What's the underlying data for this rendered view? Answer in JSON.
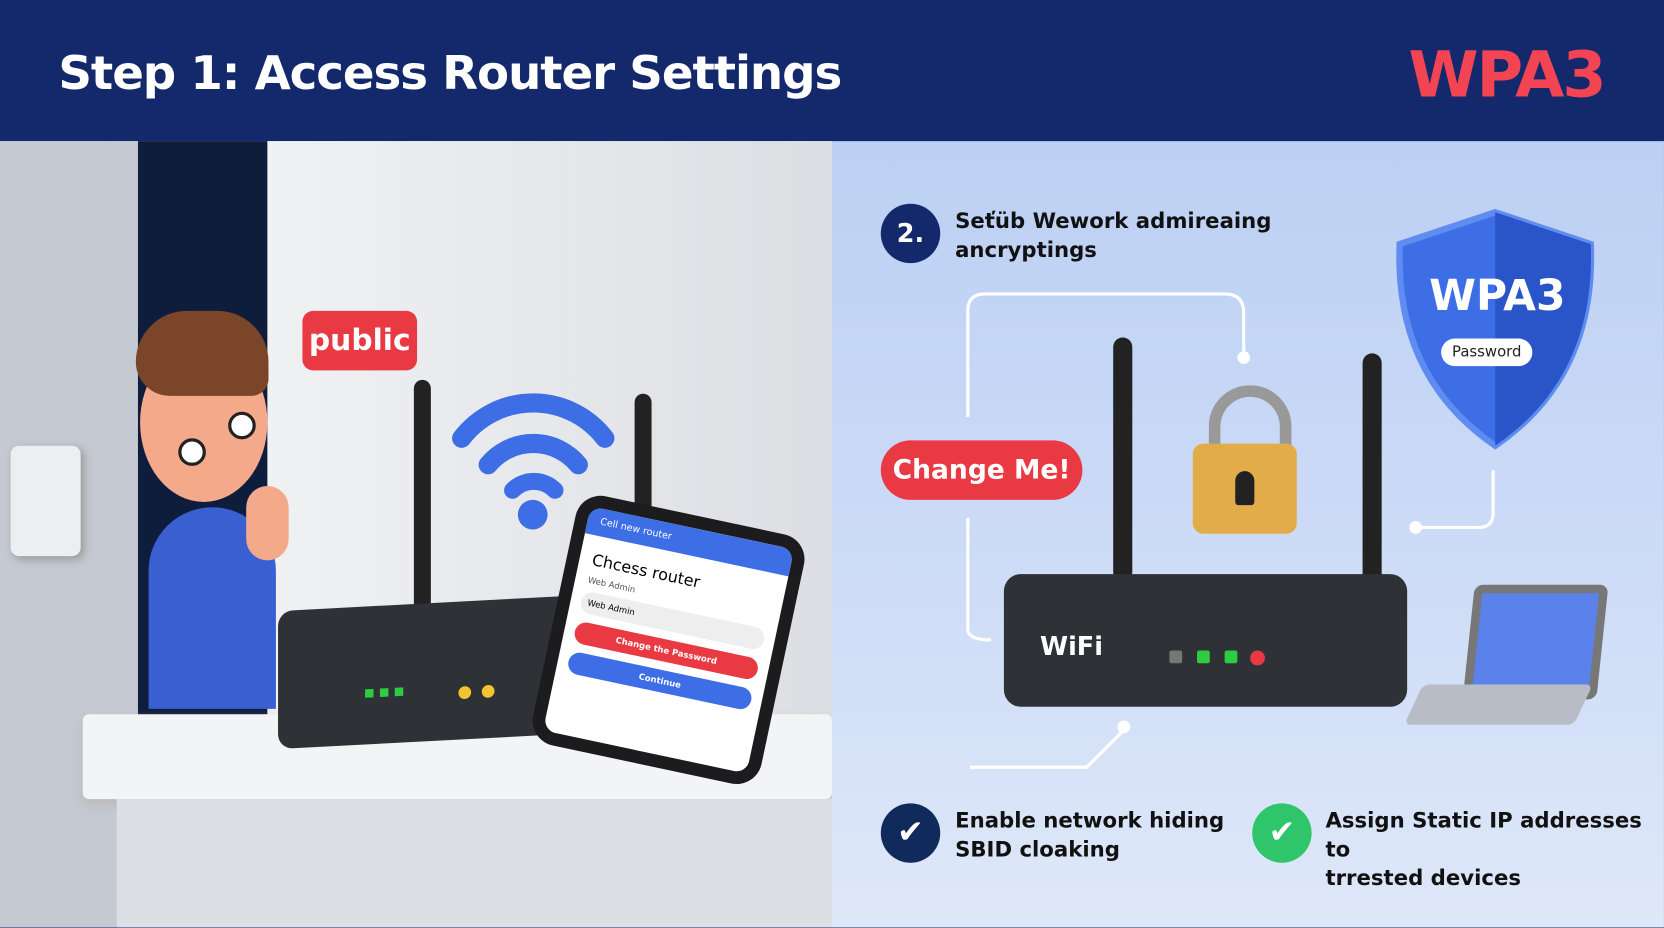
{
  "header": {
    "title": "Step 1: Access Router Settings",
    "brand": "WPA3"
  },
  "left": {
    "badge": "public",
    "tablet": {
      "header": "Cell new router",
      "heading": "Chcess router",
      "field_label": "Web Admin",
      "field_value": "Web Admin",
      "red_button": "Change the Password",
      "blue_button": "Continue"
    }
  },
  "right": {
    "step": {
      "number": "2.",
      "text_line1": "Seťüb Wework admireaing",
      "text_line2": "ancryptings"
    },
    "change_button": "Change Me!",
    "router_label": "WiFi",
    "shield": {
      "title": "WPA3",
      "label": "Password"
    },
    "checks": [
      {
        "line1": "Enable network hiding",
        "line2": "SBID cloaking",
        "color": "#112a5c"
      },
      {
        "line1": "Assign Static IP addresses to",
        "line2": "trrested devices",
        "color": "#2fc56a"
      }
    ]
  },
  "colors": {
    "navy": "#14296b",
    "red": "#f24452",
    "blue": "#3d6ee6",
    "green": "#2fc56a"
  }
}
